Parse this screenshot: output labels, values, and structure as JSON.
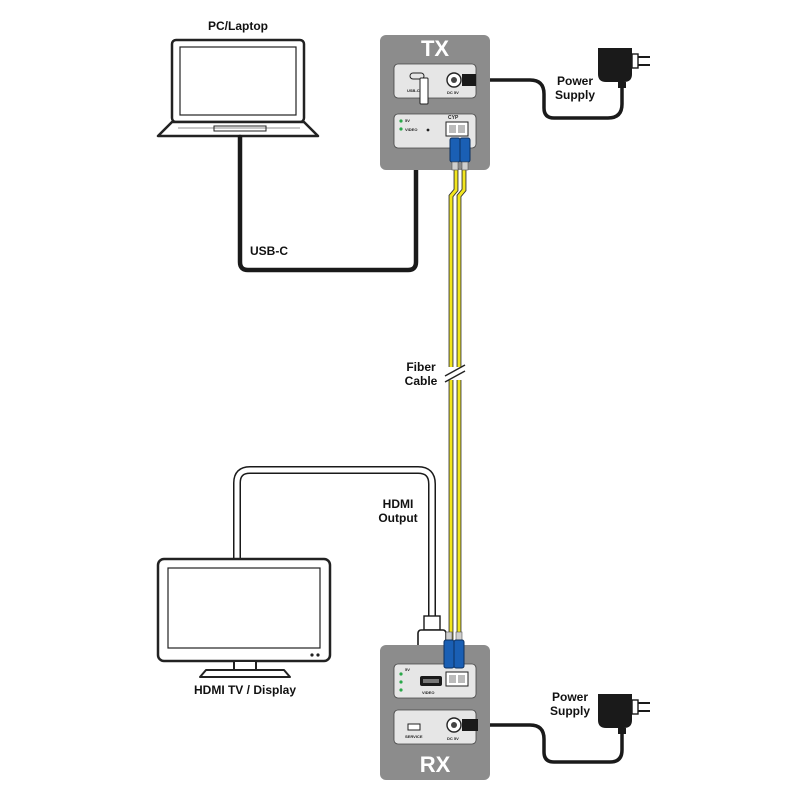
{
  "labels": {
    "laptop": "PC/Laptop",
    "tx": "TX",
    "rx": "RX",
    "power_tx": [
      "Power",
      "Supply"
    ],
    "power_rx": [
      "Power",
      "Supply"
    ],
    "usbc": "USB-C",
    "fiber": [
      "Fiber",
      "Cable"
    ],
    "hdmi_out": [
      "HDMI",
      "Output"
    ],
    "display": "HDMI TV / Display",
    "tx_port_usbc": "USB-C",
    "tx_port_dc": "DC 5V",
    "tx_led_5v": "5V",
    "tx_led_video": "VIDEO",
    "tx_logo": "CYP",
    "rx_led_5v": "5V",
    "rx_led_video": "VIDEO",
    "rx_port_service": "SERVICE",
    "rx_port_dc": "DC 5V"
  },
  "colors": {
    "device_box": "#8c8c8c",
    "panel": "#e6e6e6",
    "fiber": "#f2e61e",
    "fiber_connector": "#1a5fb4",
    "cable": "#1a1a1a",
    "led": "#2aa84a"
  }
}
